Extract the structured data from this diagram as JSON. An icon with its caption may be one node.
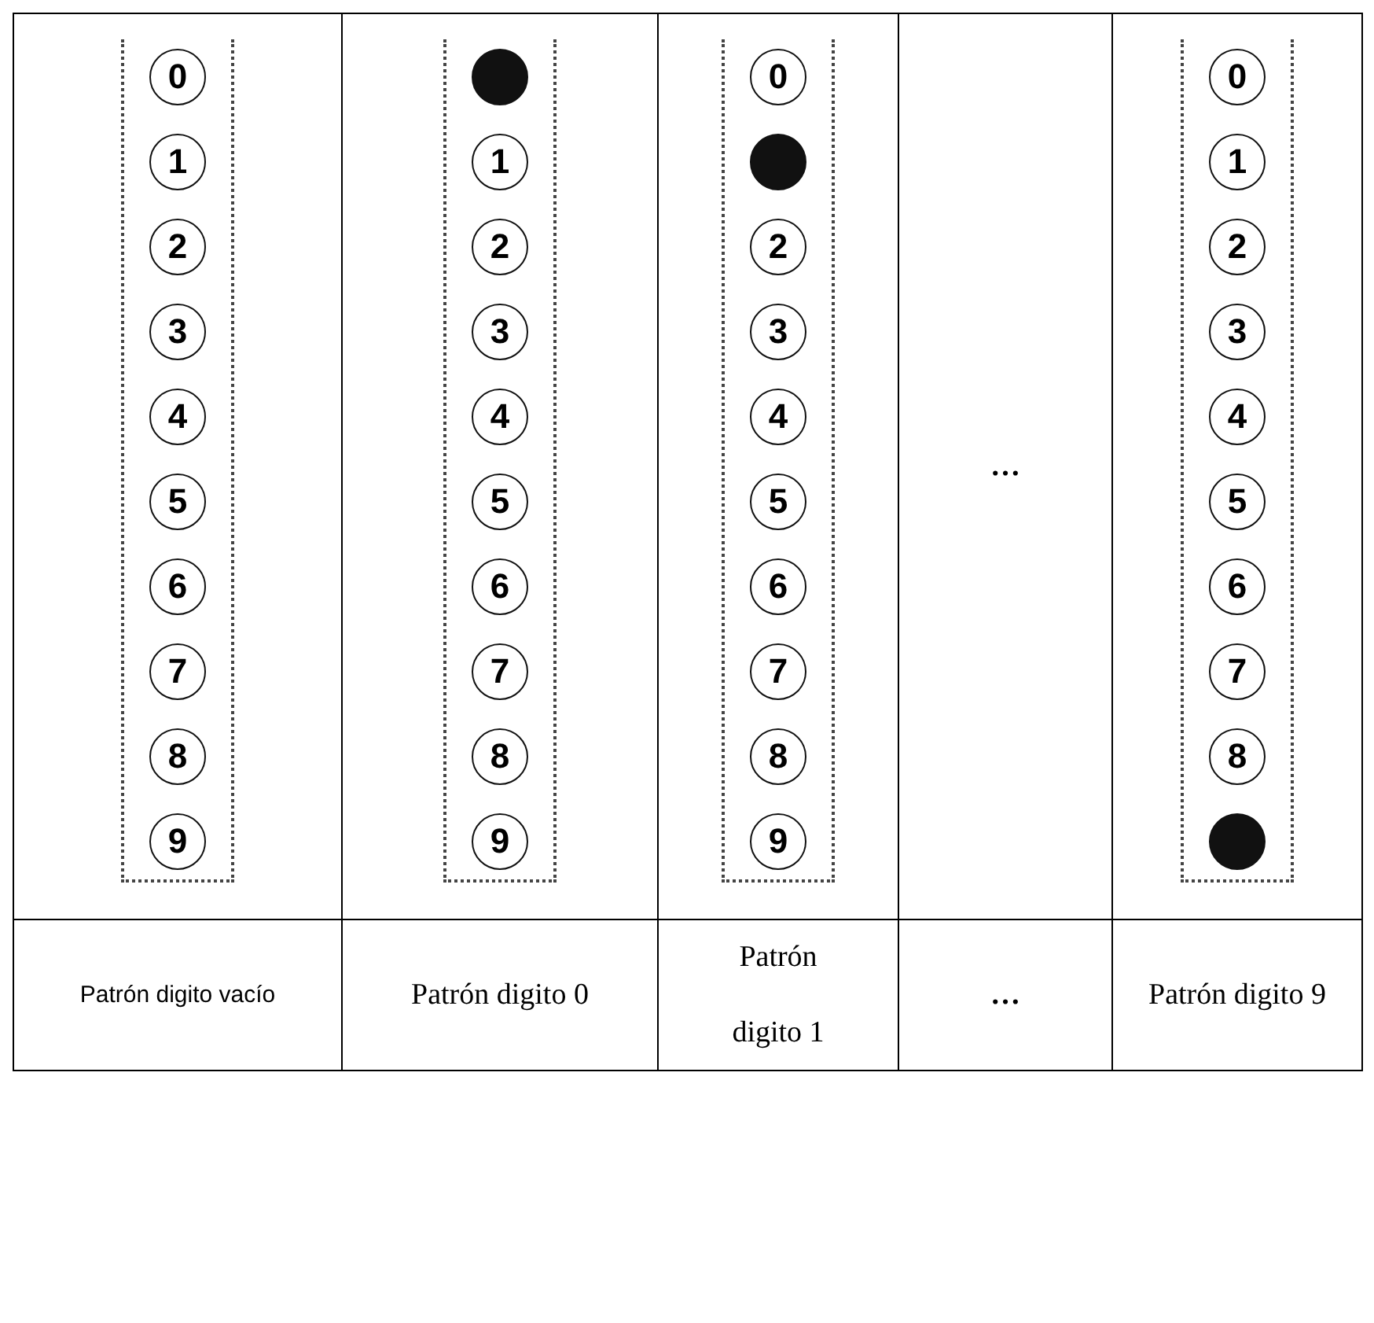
{
  "diagram": {
    "nodes": [
      {
        "text": [
          "0"
        ]
      },
      {
        "text": [
          "1"
        ]
      },
      {
        "text": [
          "2"
        ]
      },
      {
        "text": [
          "3"
        ]
      },
      {
        "text": [
          "4"
        ]
      },
      {
        "text": [
          "5"
        ]
      },
      {
        "text": [
          "6"
        ]
      },
      {
        "text": [
          "7"
        ]
      },
      {
        "text": [
          "8"
        ]
      },
      {
        "text": [
          "9"
        ]
      },
      {
        "text": [],
        "shape": "circle"
      },
      {
        "text": [
          "1"
        ]
      },
      {
        "text": [
          "2"
        ]
      },
      {
        "text": [
          "3"
        ]
      },
      {
        "text": [
          "4"
        ]
      },
      {
        "text": [
          "5"
        ]
      },
      {
        "text": [
          "6"
        ]
      },
      {
        "text": [
          "7"
        ]
      },
      {
        "text": [
          "8"
        ]
      },
      {
        "text": [
          "9"
        ]
      },
      {
        "text": [
          "0"
        ]
      },
      {
        "text": [],
        "shape": "circle"
      },
      {
        "text": [
          "2"
        ]
      },
      {
        "text": [
          "3"
        ]
      },
      {
        "text": [
          "4"
        ]
      },
      {
        "text": [
          "5"
        ]
      },
      {
        "text": [
          "6"
        ]
      },
      {
        "text": [
          "7"
        ]
      },
      {
        "text": [
          "8"
        ]
      },
      {
        "text": [
          "9"
        ]
      },
      {
        "text": [
          "0"
        ]
      },
      {
        "text": [
          "1"
        ]
      },
      {
        "text": [
          "2"
        ]
      },
      {
        "text": [
          "3"
        ]
      },
      {
        "text": [
          "4"
        ]
      },
      {
        "text": [
          "5"
        ]
      },
      {
        "text": [
          "6"
        ]
      },
      {
        "text": [
          "7"
        ]
      },
      {
        "text": [
          "8"
        ]
      },
      {
        "text": [],
        "shape": "circle"
      }
    ],
    "labels": [
      "…",
      "Patrón digito vacío",
      "Patrón digito 0",
      "Patrón digito 1",
      "…",
      "Patrón digito 9"
    ]
  }
}
